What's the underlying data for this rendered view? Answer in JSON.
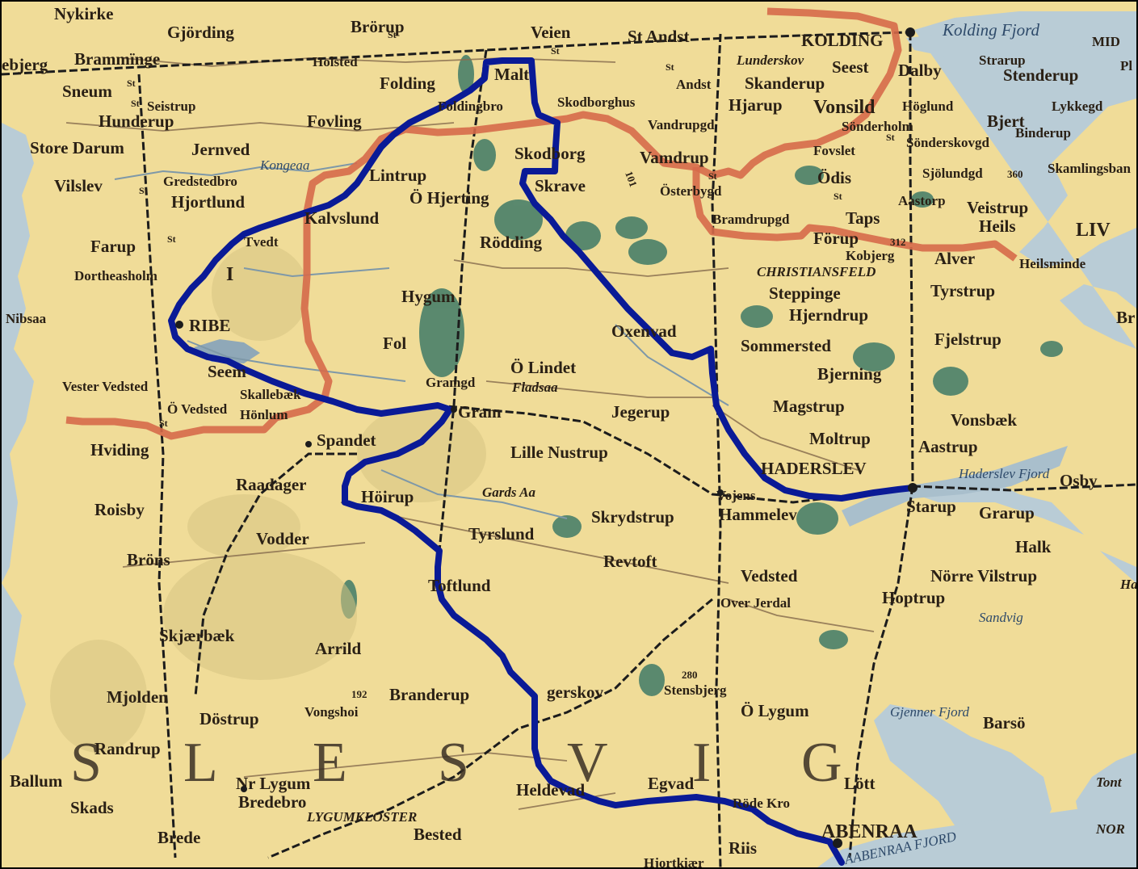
{
  "colors": {
    "land": "#f0dc98",
    "sea": "#b9ccd6",
    "border": "#d66a4a",
    "route": "#0a1a96",
    "railway": "#1c1c1c",
    "road": "#8a7050",
    "forest": "#3f7a66"
  },
  "map": {
    "places": [
      {
        "id": "nykirke",
        "name": "Nykirke"
      },
      {
        "id": "gjording",
        "name": "Gjörding"
      },
      {
        "id": "brorup",
        "name": "Brörup"
      },
      {
        "id": "veien",
        "name": "Veien"
      },
      {
        "id": "st-andst",
        "name": "St Andst"
      },
      {
        "id": "kolding",
        "name": "KOLDING"
      },
      {
        "id": "kolding-fjord",
        "name": "Kolding Fjord"
      },
      {
        "id": "mid",
        "name": "MID"
      },
      {
        "id": "bramminge",
        "name": "Brammïnge"
      },
      {
        "id": "holsted",
        "name": "Holsted"
      },
      {
        "id": "esbjerg",
        "name": "ebjerg"
      },
      {
        "id": "folding",
        "name": "Folding"
      },
      {
        "id": "malt",
        "name": "Malt"
      },
      {
        "id": "lunderskov",
        "name": "Lunderskov"
      },
      {
        "id": "seest",
        "name": "Seest"
      },
      {
        "id": "dalby",
        "name": "Dalby"
      },
      {
        "id": "stenderup",
        "name": "Stenderup"
      },
      {
        "id": "strarup",
        "name": "Strarup"
      },
      {
        "id": "sneum",
        "name": "Sneum"
      },
      {
        "id": "seistrup",
        "name": "Seistrup"
      },
      {
        "id": "hunderup",
        "name": "Hunderup"
      },
      {
        "id": "andst",
        "name": "Andst"
      },
      {
        "id": "skanderup",
        "name": "Skanderup"
      },
      {
        "id": "foldingbro",
        "name": "Foldingbro"
      },
      {
        "id": "skodborghus",
        "name": "Skodborghus"
      },
      {
        "id": "hjarup",
        "name": "Hjarup"
      },
      {
        "id": "vonsild",
        "name": "Vonsild"
      },
      {
        "id": "hoglund",
        "name": "Höglund"
      },
      {
        "id": "lykkegd",
        "name": "Lykkegd"
      },
      {
        "id": "fovling",
        "name": "Fovling"
      },
      {
        "id": "vandrupgd",
        "name": "Vandrupgd"
      },
      {
        "id": "sonderholm",
        "name": "Sönderholm"
      },
      {
        "id": "bjert",
        "name": "Bjert"
      },
      {
        "id": "binderup",
        "name": "Binderup"
      },
      {
        "id": "store-darum",
        "name": "Store Darum"
      },
      {
        "id": "jernved",
        "name": "Jernved"
      },
      {
        "id": "skodborg",
        "name": "Skodborg"
      },
      {
        "id": "vamdrup",
        "name": "Vamdrup"
      },
      {
        "id": "fovslet",
        "name": "Fovslet"
      },
      {
        "id": "sonderskovgd",
        "name": "Sönderskovgd"
      },
      {
        "id": "gredstedbro",
        "name": "Gredstedbro"
      },
      {
        "id": "kongeaa",
        "name": "Kongeaa"
      },
      {
        "id": "vilslev",
        "name": "Vilslev"
      },
      {
        "id": "lintrup",
        "name": "Lintrup"
      },
      {
        "id": "hjortlund",
        "name": "Hjortlund"
      },
      {
        "id": "o-hjerting",
        "name": "Ö Hjerting"
      },
      {
        "id": "skrave",
        "name": "Skrave"
      },
      {
        "id": "osterbygd",
        "name": "Österbygd"
      },
      {
        "id": "odis",
        "name": "Ödis"
      },
      {
        "id": "sjolund",
        "name": "Sjölundgd"
      },
      {
        "id": "skamlingsbanken",
        "name": "Skamlingsban"
      },
      {
        "id": "aastorp",
        "name": "Aastorp"
      },
      {
        "id": "veistrup",
        "name": "Veistrup"
      },
      {
        "id": "kalvslund",
        "name": "Kalvslund"
      },
      {
        "id": "bramdrupgd",
        "name": "Bramdrupgd"
      },
      {
        "id": "taps",
        "name": "Taps"
      },
      {
        "id": "heils",
        "name": "Heils"
      },
      {
        "id": "farup",
        "name": "Farup"
      },
      {
        "id": "forup",
        "name": "Förup"
      },
      {
        "id": "kobjerg",
        "name": "Kobjerg"
      },
      {
        "id": "rodding",
        "name": "Rödding"
      },
      {
        "id": "dortheasholm",
        "name": "Dortheasholm"
      },
      {
        "id": "tved",
        "name": "Tvedt"
      },
      {
        "id": "christiansfeld",
        "name": "CHRISTIANSFELD"
      },
      {
        "id": "alver",
        "name": "Alver"
      },
      {
        "id": "hejlsminde",
        "name": "Heilsminde"
      },
      {
        "id": "stepping",
        "name": "Steppinge"
      },
      {
        "id": "tyrstrup",
        "name": "Tyrstrup"
      },
      {
        "id": "hygum",
        "name": "Hygum"
      },
      {
        "id": "hjerndrup",
        "name": "Hjerndrup"
      },
      {
        "id": "nibsaa",
        "name": "Nibsaa"
      },
      {
        "id": "ribe",
        "name": "RIBE"
      },
      {
        "id": "oxenvad",
        "name": "Oxenvad"
      },
      {
        "id": "fjelstrup",
        "name": "Fjelstrup"
      },
      {
        "id": "fol",
        "name": "Fol"
      },
      {
        "id": "sommersted",
        "name": "Sommersted"
      },
      {
        "id": "seem",
        "name": "Seem"
      },
      {
        "id": "o-lindet",
        "name": "Ö Lindet"
      },
      {
        "id": "bjerning",
        "name": "Bjerning"
      },
      {
        "id": "vester-vedsted",
        "name": "Vester Vedsted"
      },
      {
        "id": "gramgd",
        "name": "Gramgd"
      },
      {
        "id": "fladsaa",
        "name": "Fladsaa"
      },
      {
        "id": "skallebaek",
        "name": "Skallebæk"
      },
      {
        "id": "magstrup",
        "name": "Magstrup"
      },
      {
        "id": "o-vedsted",
        "name": "Ö Vedsted"
      },
      {
        "id": "hornlund",
        "name": "Hönlum"
      },
      {
        "id": "gram",
        "name": "Gram"
      },
      {
        "id": "jegerup",
        "name": "Jegerup"
      },
      {
        "id": "vonsbaek",
        "name": "Vonsbæk"
      },
      {
        "id": "moltrup",
        "name": "Moltrup"
      },
      {
        "id": "hviding",
        "name": "Hviding"
      },
      {
        "id": "spandet",
        "name": "Spandet"
      },
      {
        "id": "lille-nustrup",
        "name": "Lille Nustrup"
      },
      {
        "id": "aastrup",
        "name": "Aastrup"
      },
      {
        "id": "haderslev",
        "name": "HADERSLEV"
      },
      {
        "id": "haderslev-fjord",
        "name": "Haderslev Fjord"
      },
      {
        "id": "raadager",
        "name": "Raadager"
      },
      {
        "id": "vojens",
        "name": "Vojens"
      },
      {
        "id": "osby",
        "name": "Osby"
      },
      {
        "id": "roisby",
        "name": "Roisby"
      },
      {
        "id": "horup",
        "name": "Höirup"
      },
      {
        "id": "gardeaa",
        "name": "Gards Aa"
      },
      {
        "id": "skrydstrup",
        "name": "Skrydstrup"
      },
      {
        "id": "hammelev",
        "name": "Hammelev"
      },
      {
        "id": "starup",
        "name": "Starup"
      },
      {
        "id": "grarup",
        "name": "Grarup"
      },
      {
        "id": "tyrslund",
        "name": "Tyrslund"
      },
      {
        "id": "vodder",
        "name": "Vodder"
      },
      {
        "id": "halk",
        "name": "Halk"
      },
      {
        "id": "brons",
        "name": "Bröns"
      },
      {
        "id": "revtoft",
        "name": "Revtoft"
      },
      {
        "id": "vedsted",
        "name": "Vedsted"
      },
      {
        "id": "norre-vilstrup",
        "name": "Nörre Vilstrup"
      },
      {
        "id": "toftlund",
        "name": "Toftlund"
      },
      {
        "id": "over-jerdal",
        "name": "Over Jerdal"
      },
      {
        "id": "hoptrup",
        "name": "Hoptrup"
      },
      {
        "id": "sandvig",
        "name": "Sandvig"
      },
      {
        "id": "skjaerbaek",
        "name": "Skjærbæk"
      },
      {
        "id": "arrild",
        "name": "Arrild"
      },
      {
        "id": "mjolden",
        "name": "Mjolden"
      },
      {
        "id": "branderup",
        "name": "Branderup"
      },
      {
        "id": "agerskov",
        "name": "gerskov"
      },
      {
        "id": "stensbjerg",
        "name": "Stensbjerg"
      },
      {
        "id": "vongshoi",
        "name": "Vongshoi"
      },
      {
        "id": "dostrup",
        "name": "Döstrup"
      },
      {
        "id": "o-lygum",
        "name": "Ö Lygum"
      },
      {
        "id": "barso",
        "name": "Barsö"
      },
      {
        "id": "gjenner-fjord",
        "name": "Gjenner Fjord"
      },
      {
        "id": "randrup",
        "name": "Randrup"
      },
      {
        "id": "ballum",
        "name": "Ballum"
      },
      {
        "id": "n-lygum",
        "name": "Nr Lygum"
      },
      {
        "id": "heldevad",
        "name": "Heldevad"
      },
      {
        "id": "egvad",
        "name": "Egvad"
      },
      {
        "id": "lott",
        "name": "Lött"
      },
      {
        "id": "bredebro",
        "name": "Bredebro"
      },
      {
        "id": "skads",
        "name": "Skads"
      },
      {
        "id": "rode-kro",
        "name": "Röde Kro"
      },
      {
        "id": "aabenraa",
        "name": "ABENRAA"
      },
      {
        "id": "lygumkloster",
        "name": "LYGUMKLOSTER"
      },
      {
        "id": "brede",
        "name": "Brede"
      },
      {
        "id": "bested",
        "name": "Bested"
      },
      {
        "id": "riis",
        "name": "Riis"
      },
      {
        "id": "hjortkjaer",
        "name": "Hjortkiær"
      },
      {
        "id": "aabenraa-fjord",
        "name": "AABENRAA FJORD"
      },
      {
        "id": "tont",
        "name": "Tont"
      },
      {
        "id": "nor",
        "name": "NOR"
      },
      {
        "id": "liv",
        "name": "LIV"
      },
      {
        "id": "br",
        "name": "Br"
      },
      {
        "id": "ha",
        "name": "Ha"
      },
      {
        "id": "pl",
        "name": "Pl"
      }
    ],
    "region_letters": [
      "S",
      "L",
      "E",
      "S",
      "V",
      "I",
      "G"
    ],
    "elevations": [
      {
        "id": "elev-360",
        "value": "360"
      },
      {
        "id": "elev-312",
        "value": "312"
      },
      {
        "id": "elev-280",
        "value": "280"
      },
      {
        "id": "elev-192",
        "value": "192"
      },
      {
        "id": "elev-101",
        "value": "101"
      }
    ],
    "station_marker": "St",
    "region_numeral": "I"
  }
}
